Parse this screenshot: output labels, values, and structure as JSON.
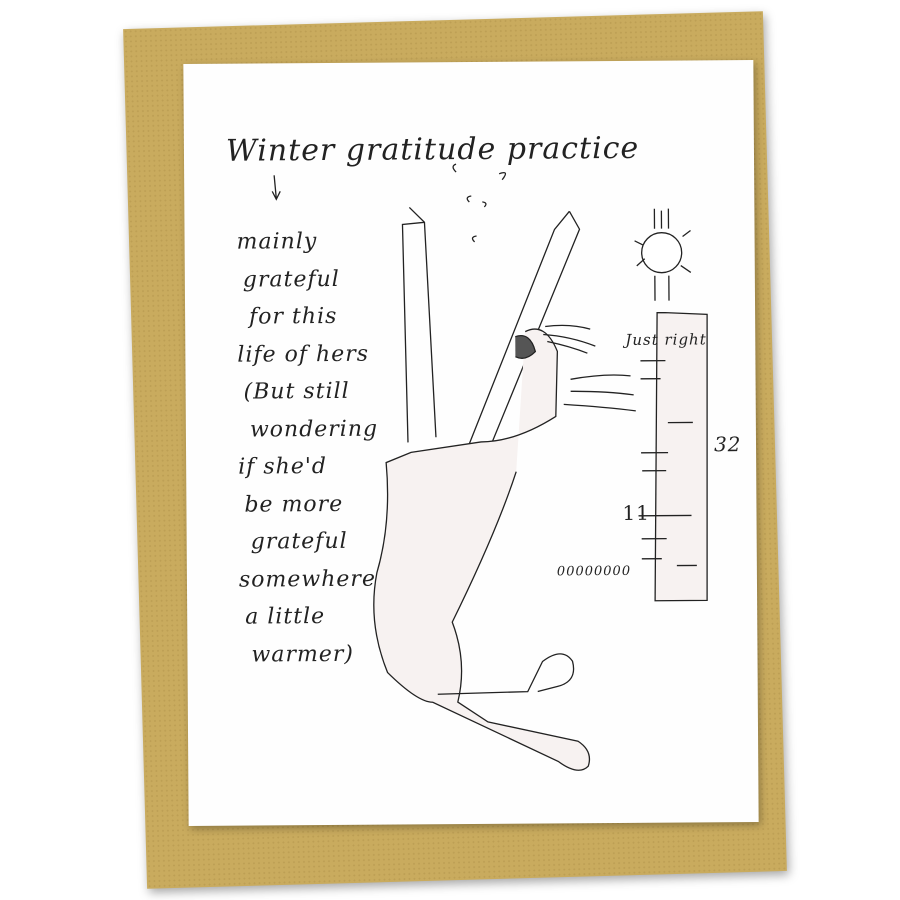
{
  "card": {
    "title": "Winter gratitude practice",
    "poem_lines": [
      "mainly",
      "grateful",
      "for this",
      "life of hers",
      "(But still",
      "wondering",
      "if she'd",
      "be more",
      "grateful",
      "somewhere",
      "a little",
      "warmer)"
    ],
    "thermometer": {
      "label_top": "Just right",
      "mark_32": "32",
      "mark_11": "11",
      "bottom": "00000000"
    }
  },
  "colors": {
    "envelope": "#c9ab5e",
    "card": "#fefefe",
    "ink": "#222222"
  }
}
